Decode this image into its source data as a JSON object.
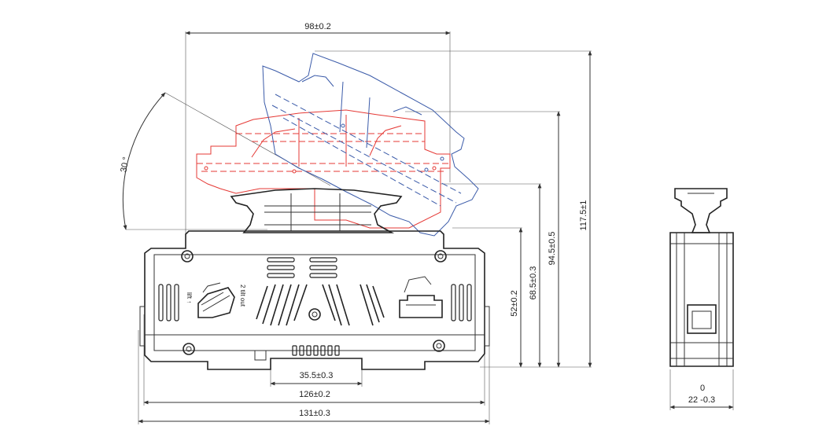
{
  "dimensions": {
    "top_width": "98±0.2",
    "height_52": "52±0.2",
    "height_68_5": "68.5±0.3",
    "height_94_5": "94.5±0.5",
    "height_117_5": "117.5±1",
    "width_35_5": "35.5±0.3",
    "width_126": "126±0.2",
    "width_131": "131±0.3",
    "angle": "30 °",
    "side_tol_upper": "0",
    "side_width": "22 -0.3"
  },
  "labels": {
    "step_1": "lift ↑",
    "step_2": "2 tilt out"
  },
  "colors": {
    "outline": "#222222",
    "open_position_red": "#e53935",
    "tilted_position_blue": "#3b5ba9"
  }
}
